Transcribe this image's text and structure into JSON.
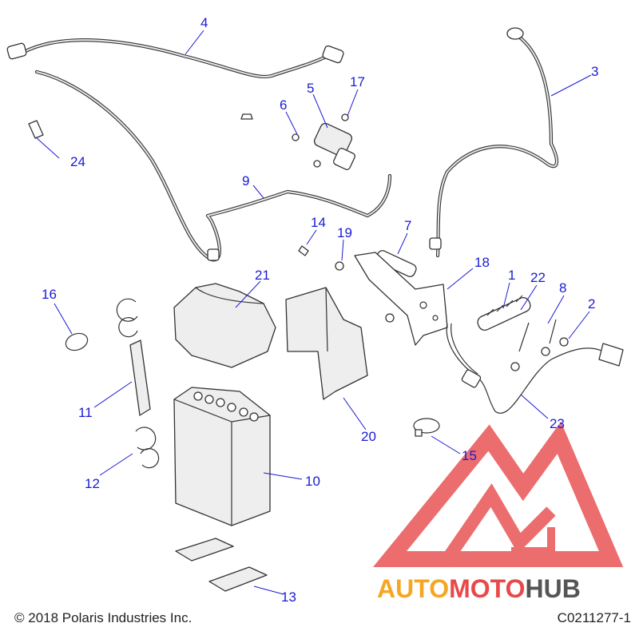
{
  "footer": {
    "copyright": "© 2018 Polaris Industries Inc.",
    "drawing_id": "C0211277-1"
  },
  "watermark": {
    "text_part1": "AUTO",
    "text_part2": "MOTO",
    "text_part3": "HUB",
    "color_orange": "#f5a623",
    "color_red": "#e8494a",
    "color_gray": "#555555"
  },
  "callouts": {
    "c1": "1",
    "c2": "2",
    "c3": "3",
    "c4": "4",
    "c5": "5",
    "c6": "6",
    "c7": "7",
    "c8": "8",
    "c9": "9",
    "c10": "10",
    "c11": "11",
    "c12": "12",
    "c13": "13",
    "c14": "14",
    "c15": "15",
    "c16": "16",
    "c17": "17",
    "c18": "18",
    "c19": "19",
    "c20": "20",
    "c21": "21",
    "c22": "22",
    "c23": "23",
    "c24": "24"
  }
}
